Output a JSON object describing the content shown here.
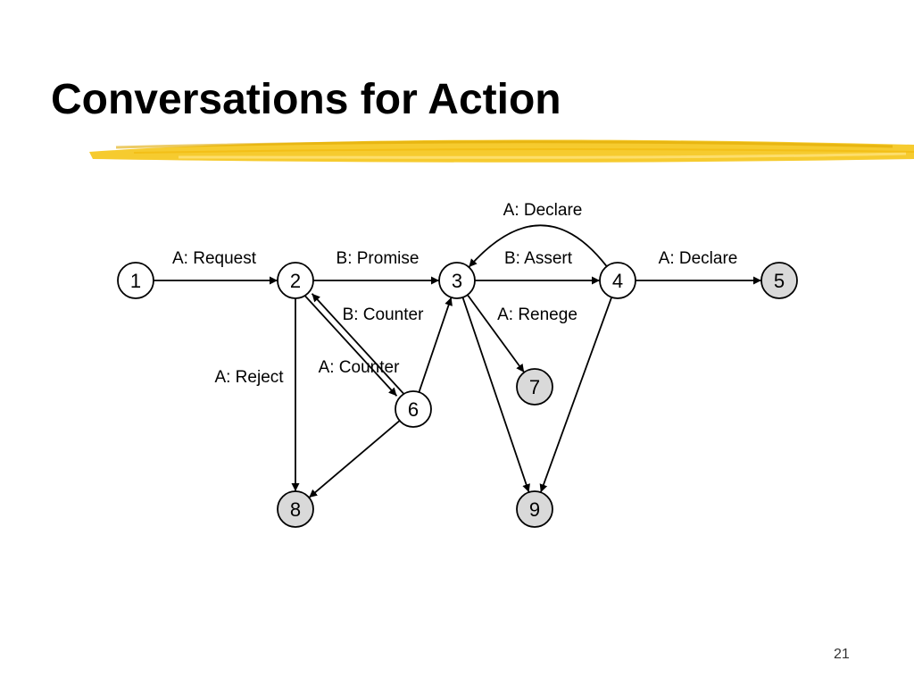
{
  "slide": {
    "title": "Conversations for Action",
    "page_number": "21",
    "accent_color": "#F5C518"
  },
  "diagram": {
    "nodes": [
      {
        "id": "1",
        "label": "1",
        "final": false
      },
      {
        "id": "2",
        "label": "2",
        "final": false
      },
      {
        "id": "3",
        "label": "3",
        "final": false
      },
      {
        "id": "4",
        "label": "4",
        "final": false
      },
      {
        "id": "5",
        "label": "5",
        "final": true
      },
      {
        "id": "6",
        "label": "6",
        "final": false
      },
      {
        "id": "7",
        "label": "7",
        "final": true
      },
      {
        "id": "8",
        "label": "8",
        "final": true
      },
      {
        "id": "9",
        "label": "9",
        "final": true
      }
    ],
    "edges": [
      {
        "from": "1",
        "to": "2",
        "label": "A: Request"
      },
      {
        "from": "2",
        "to": "3",
        "label": "B: Promise"
      },
      {
        "from": "3",
        "to": "4",
        "label": "B: Assert"
      },
      {
        "from": "4",
        "to": "5",
        "label": "A: Declare"
      },
      {
        "from": "4",
        "to": "3",
        "label": "A: Declare"
      },
      {
        "from": "2",
        "to": "6",
        "label": "B: Counter"
      },
      {
        "from": "6",
        "to": "2",
        "label": "A: Counter"
      },
      {
        "from": "6",
        "to": "3",
        "label": ""
      },
      {
        "from": "3",
        "to": "7",
        "label": "A: Renege"
      },
      {
        "from": "2",
        "to": "8",
        "label": "A: Reject"
      },
      {
        "from": "6",
        "to": "8",
        "label": ""
      },
      {
        "from": "3",
        "to": "9",
        "label": ""
      },
      {
        "from": "4",
        "to": "9",
        "label": ""
      }
    ],
    "colors": {
      "node_fill": "#ffffff",
      "final_node_fill": "#d9d9d9",
      "stroke": "#000000"
    }
  }
}
